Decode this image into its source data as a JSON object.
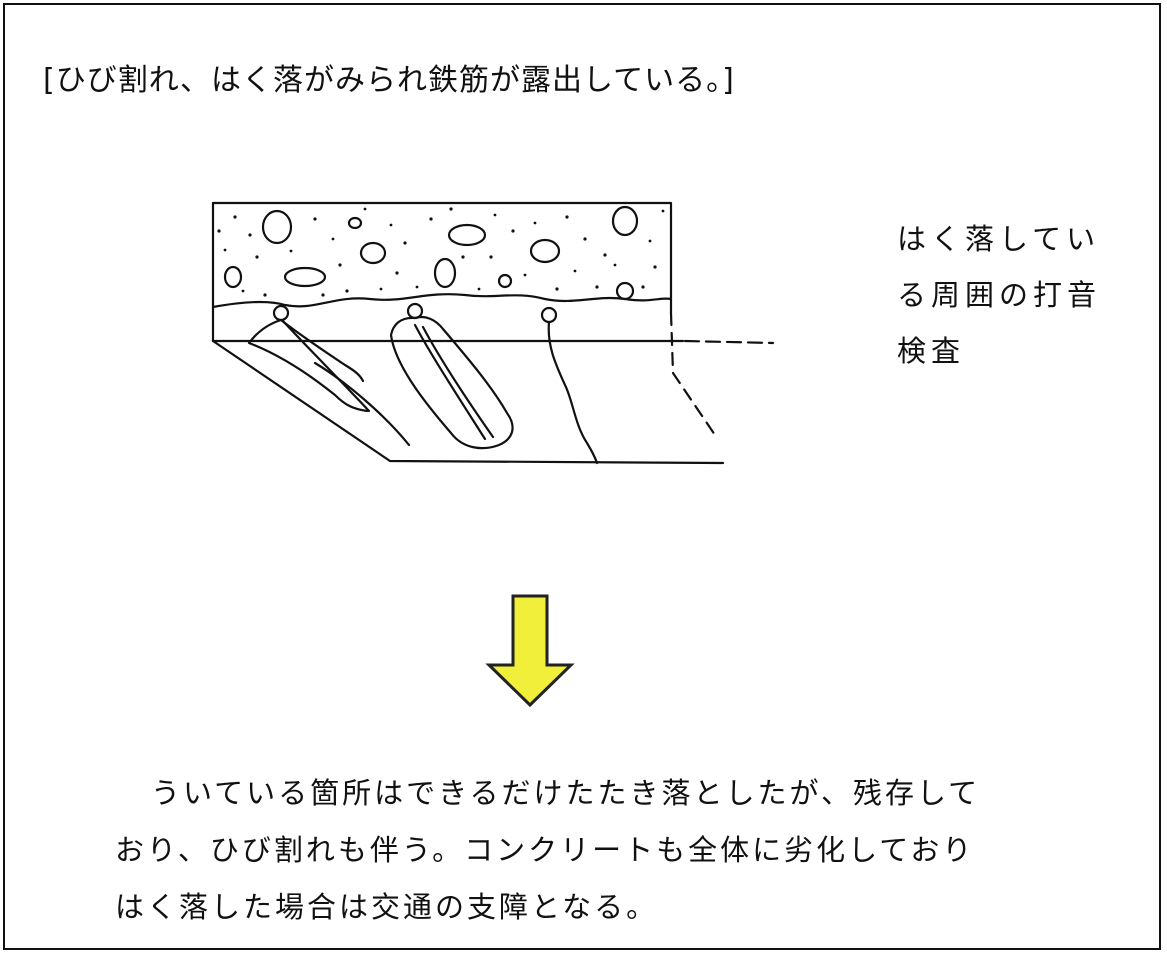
{
  "header": {
    "text": "[ひび割れ、はく落がみられ鉄筋が露出している。]"
  },
  "side_note": {
    "lines": [
      "はく落してい",
      "る周囲の打音",
      "検査"
    ]
  },
  "arrow": {
    "color": "#f2ef3a",
    "stroke": "#222222",
    "direction": "down"
  },
  "body": {
    "lines": [
      "ういている箇所はできるだけたたき落としたが、残存して",
      "おり、ひび割れも伴う。コンクリートも全体に劣化しており",
      "はく落した場合は交通の支障となる。"
    ]
  }
}
